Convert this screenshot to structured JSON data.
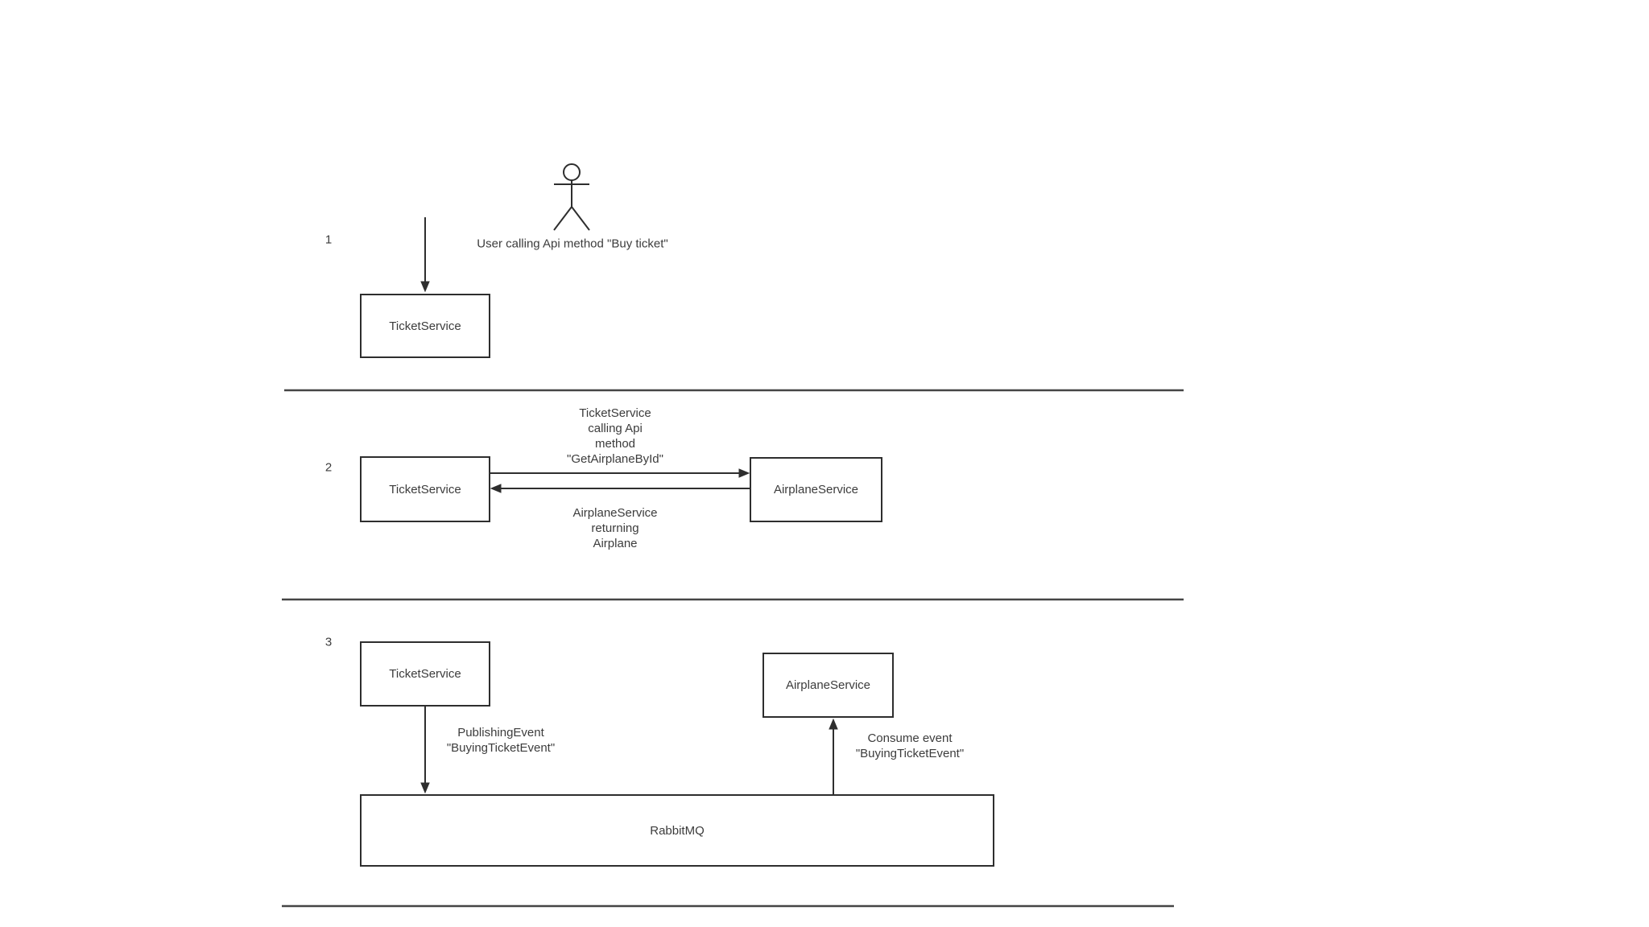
{
  "colors": {
    "background": "#ffffff",
    "stroke": "#2e2e2e",
    "text": "#3c3c3c",
    "divider": "#454545"
  },
  "sections": {
    "s1": {
      "number": "1",
      "box_ticket_service": "TicketService",
      "user_action_label": "User calling Api method \"Buy ticket\""
    },
    "s2": {
      "number": "2",
      "box_ticket_service": "TicketService",
      "box_airplane_service": "AirplaneService",
      "request_label": [
        "TicketService",
        "calling Api",
        "method",
        "\"GetAirplaneById\""
      ],
      "response_label": [
        "AirplaneService",
        "returning",
        "Airplane"
      ]
    },
    "s3": {
      "number": "3",
      "box_ticket_service": "TicketService",
      "box_airplane_service": "AirplaneService",
      "publish_label": [
        "PublishingEvent",
        "\"BuyingTicketEvent\""
      ],
      "consume_label": [
        "Consume event",
        "\"BuyingTicketEvent\""
      ],
      "box_queue": "RabbitMQ"
    }
  }
}
